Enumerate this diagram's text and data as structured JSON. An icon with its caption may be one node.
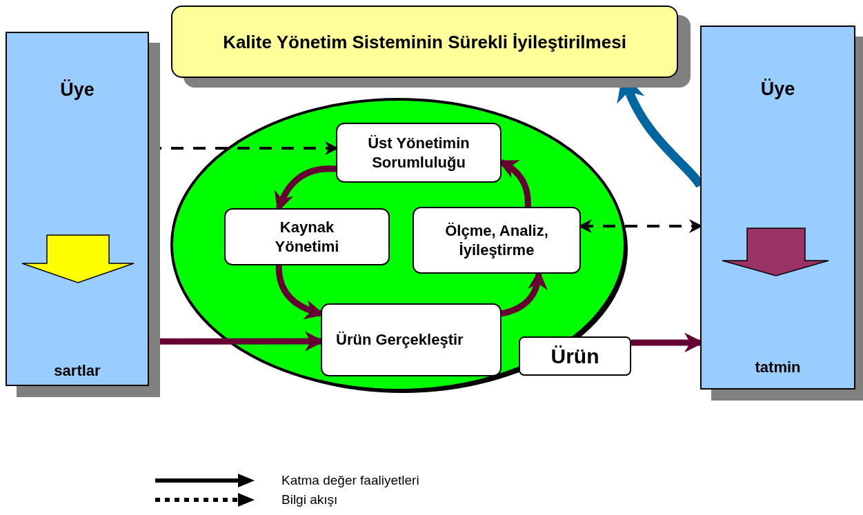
{
  "diagram": {
    "nodes": [
      {
        "text": [
          "Kalite Yönetim Sisteminin Sürekli İyileştirilmesi"
        ]
      },
      {
        "text": [
          "Üye",
          "sartlar"
        ]
      },
      {
        "text": [
          "Üye",
          "tatmin"
        ]
      },
      {
        "text": [],
        "shape": "ellipse"
      },
      {
        "text": [
          "Üst Yönetimin Sorumluluğu"
        ],
        "in": 3
      },
      {
        "text": [
          "Kaynak Yönetimi"
        ],
        "in": 3
      },
      {
        "text": [
          "Ölçme, Analiz, İyileştirme"
        ],
        "in": 3
      },
      {
        "text": [
          "Ürün Gerçekleştir"
        ],
        "in": 3
      },
      {
        "text": [
          "Ürün"
        ]
      }
    ],
    "edges": [
      {
        "from": 1,
        "to": 4,
        "arrow": "both",
        "style": "dashed",
        "color": "#000000"
      },
      {
        "from": 6,
        "to": 2,
        "arrow": "both",
        "style": "dashed",
        "color": "#000000"
      },
      {
        "from": 1,
        "to": 7,
        "arrow": "to"
      },
      {
        "from": 8,
        "to": 2,
        "arrow": "to"
      },
      {
        "from": 4,
        "to": 5,
        "arrow": "to"
      },
      {
        "from": 5,
        "to": 7,
        "arrow": "to"
      },
      {
        "from": 7,
        "to": 6,
        "arrow": "to"
      },
      {
        "from": 6,
        "to": 4,
        "arrow": "to"
      },
      {
        "from": 2,
        "to": 0,
        "arrow": "to",
        "color": "#0066a0"
      }
    ],
    "legend": [
      {
        "text": "Katma değer faaliyetleri"
      },
      {
        "text": "Bilgi akışı"
      }
    ]
  }
}
